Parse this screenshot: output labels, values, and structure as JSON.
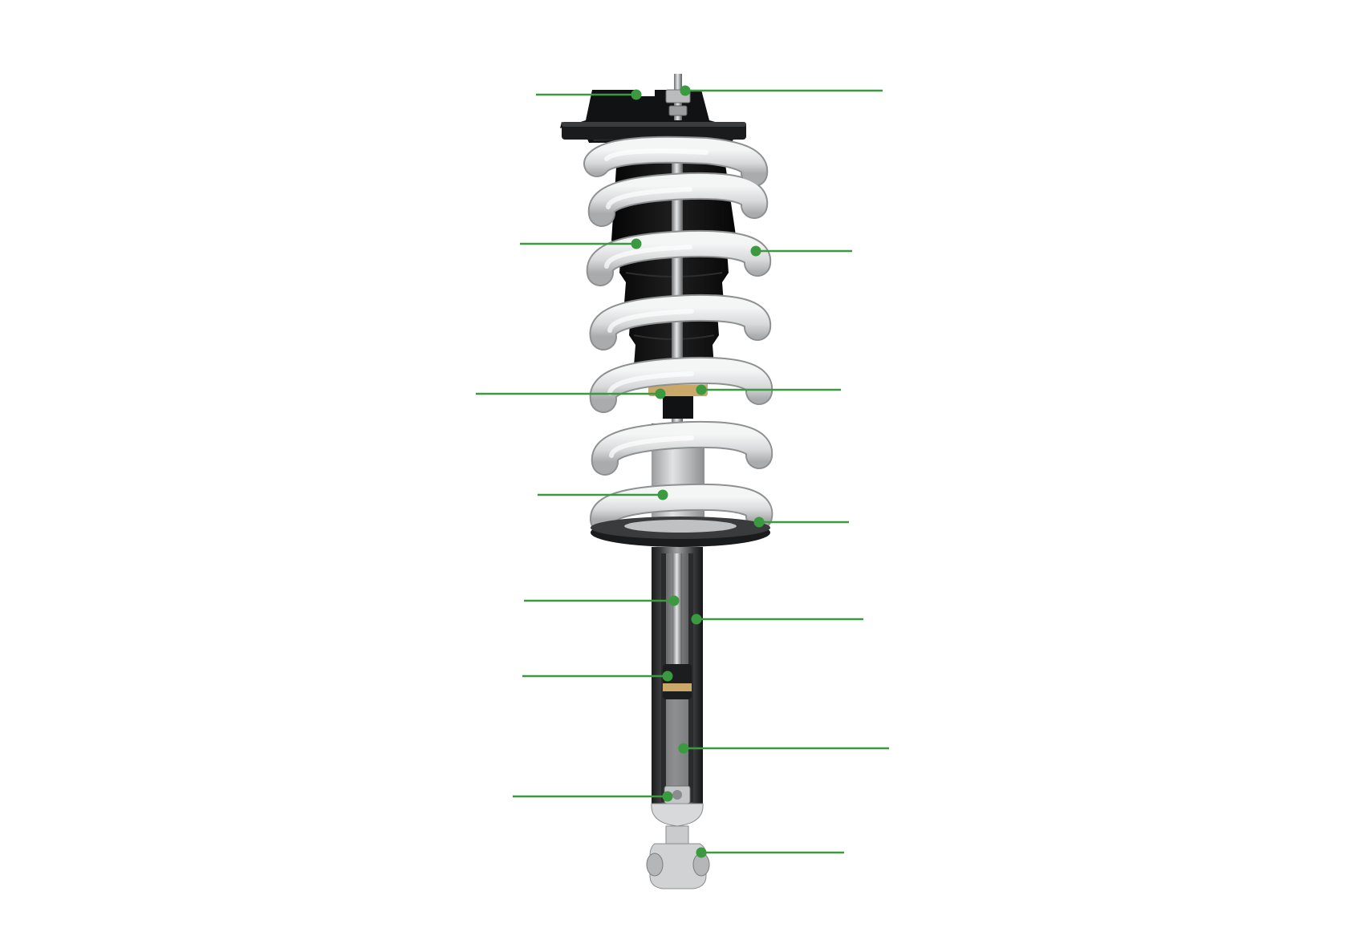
{
  "diagram": {
    "subject": "strut-assembly-cutaway",
    "leader_color": "#3b9a3f",
    "leaders": [
      {
        "name": "leader-top-mount-left"
      },
      {
        "name": "leader-top-nut-right"
      },
      {
        "name": "leader-dust-boot-left"
      },
      {
        "name": "leader-coil-spring-right"
      },
      {
        "name": "leader-bump-stop-left"
      },
      {
        "name": "leader-bump-stop-right"
      },
      {
        "name": "leader-shock-body-left"
      },
      {
        "name": "leader-spring-seat-right"
      },
      {
        "name": "leader-piston-rod-left"
      },
      {
        "name": "leader-outer-tube-right"
      },
      {
        "name": "leader-piston-left"
      },
      {
        "name": "leader-pressure-tube-right"
      },
      {
        "name": "leader-base-valve-left"
      },
      {
        "name": "leader-lower-mount-right"
      }
    ]
  }
}
